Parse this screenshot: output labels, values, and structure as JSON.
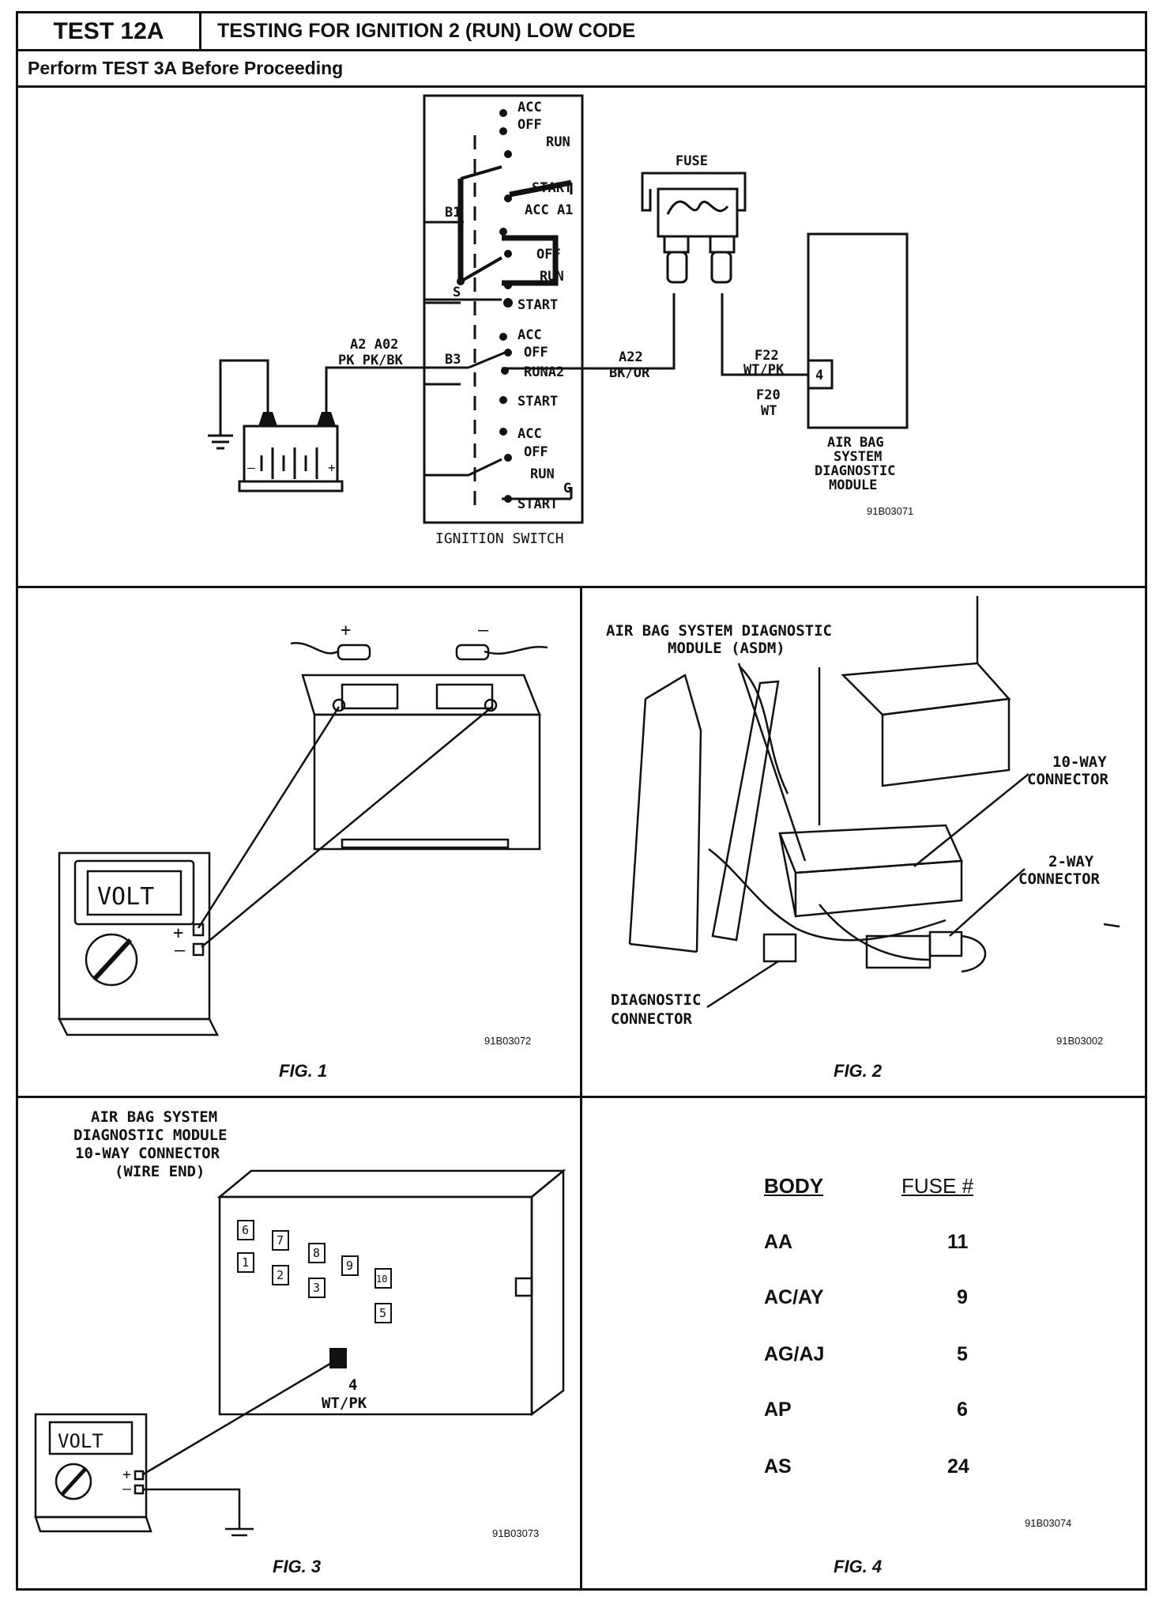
{
  "header": {
    "test_id": "TEST 12A",
    "title": "TESTING FOR IGNITION 2 (RUN) LOW CODE",
    "subtitle": "Perform TEST 3A Before Proceeding"
  },
  "schematic": {
    "switch_positions": [
      "ACC",
      "OFF",
      "RUN",
      "START"
    ],
    "terminals": {
      "b1": "B1",
      "s": "S",
      "b3": "B3",
      "g": "G",
      "a1": "A1",
      "a2": "A2"
    },
    "run_a2": "RUNA2",
    "acc_a1": "ACC  A1",
    "wires": {
      "battery_wire": "A2  A02",
      "battery_color": "PK  PK/BK",
      "fuse_in": "A22",
      "fuse_in_color": "BK/OR",
      "module_in_1": "F22",
      "module_in_1_color": "WT/PK",
      "module_in_2": "F20",
      "module_in_2_color": "WT"
    },
    "fuse_label": "FUSE",
    "switch_label": "IGNITION SWITCH",
    "module_label": [
      "AIR BAG",
      "SYSTEM",
      "DIAGNOSTIC",
      "MODULE"
    ],
    "module_pin": "4",
    "ref": "91B03071"
  },
  "fig1": {
    "caption": "FIG. 1",
    "plus": "+",
    "minus": "–",
    "meter": "VOLT",
    "ref": "91B03072"
  },
  "fig2": {
    "caption": "FIG. 2",
    "asdm_line1": "AIR BAG SYSTEM DIAGNOSTIC",
    "asdm_line2": "MODULE (ASDM)",
    "ten_way_1": "10-WAY",
    "ten_way_2": "CONNECTOR",
    "two_way_1": "2-WAY",
    "two_way_2": "CONNECTOR",
    "diag_1": "DIAGNOSTIC",
    "diag_2": "CONNECTOR",
    "ref": "91B03002"
  },
  "fig3": {
    "caption": "FIG. 3",
    "title_lines": [
      "AIR BAG SYSTEM",
      "DIAGNOSTIC MODULE",
      "10-WAY CONNECTOR",
      "(WIRE END)"
    ],
    "pins_top": [
      "6",
      "7",
      "8",
      "9",
      "10"
    ],
    "pins_bottom": [
      "1",
      "2",
      "3",
      "4",
      "5"
    ],
    "pin_label": "4",
    "pin_color": "WT/PK",
    "meter": "VOLT",
    "ref": "91B03073"
  },
  "fig4": {
    "caption": "FIG. 4",
    "col_body": "BODY",
    "col_fuse": "FUSE #",
    "rows": [
      {
        "body": "AA",
        "fuse": "11"
      },
      {
        "body": "AC/AY",
        "fuse": "9"
      },
      {
        "body": "AG/AJ",
        "fuse": "5"
      },
      {
        "body": "AP",
        "fuse": "6"
      },
      {
        "body": "AS",
        "fuse": "24"
      }
    ],
    "ref": "91B03074"
  }
}
